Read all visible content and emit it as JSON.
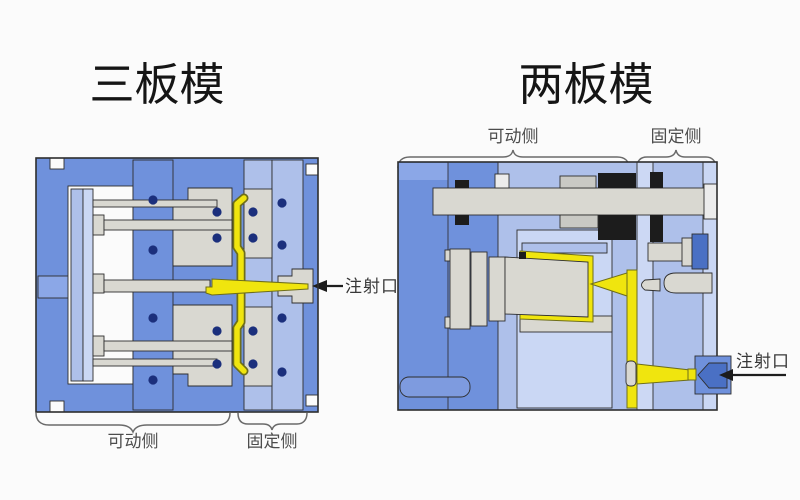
{
  "titles": {
    "left": "三板模",
    "right": "两板模"
  },
  "left_diagram": {
    "injection_port": "注射口",
    "movable_side": "可动侧",
    "fixed_side": "固定侧"
  },
  "right_diagram": {
    "injection_port": "注射口",
    "movable_side": "可动侧",
    "fixed_side": "固定侧"
  },
  "colors": {
    "plate_blue": "#6f91dc",
    "plate_blue_light": "#aec0ea",
    "plate_blue_pale": "#cad7f4",
    "nozzle_blue": "#4a70c4",
    "steel_gray": "#d9d8d1",
    "bolt_navy": "#1b2f7c",
    "melt_yellow": "#f0e50e",
    "background": "#fbfbfb"
  }
}
